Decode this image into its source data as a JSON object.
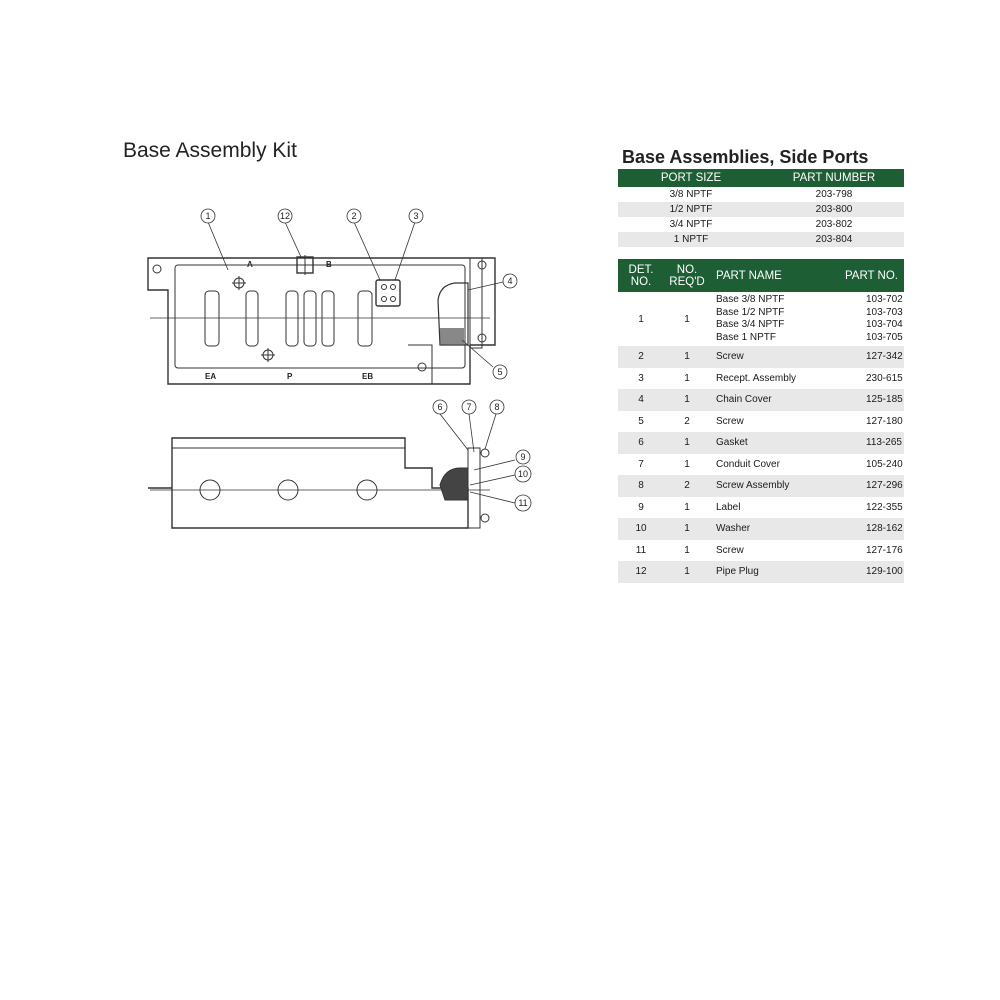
{
  "left": {
    "title": "Base Assembly Kit"
  },
  "right": {
    "title": "Base Assemblies, Side Ports"
  },
  "drawing": {
    "callouts": [
      "1",
      "12",
      "2",
      "3",
      "4",
      "5",
      "6",
      "7",
      "8",
      "9",
      "10",
      "11"
    ],
    "port_labels": {
      "a": "A",
      "b": "B",
      "ea": "EA",
      "p": "P",
      "eb": "EB"
    }
  },
  "ports_table": {
    "headers": {
      "port_size": "PORT SIZE",
      "part_number": "PART NUMBER"
    },
    "rows": [
      {
        "size": "3/8 NPTF",
        "part": "203-798"
      },
      {
        "size": "1/2 NPTF",
        "part": "203-800"
      },
      {
        "size": "3/4 NPTF",
        "part": "203-802"
      },
      {
        "size": "1 NPTF",
        "part": "203-804"
      }
    ]
  },
  "parts_table": {
    "headers": {
      "det_no_1": "DET.",
      "det_no_2": "NO.",
      "req_1": "NO.",
      "req_2": "REQ'D",
      "part_name": "PART NAME",
      "part_no": "PART NO."
    },
    "first_row": {
      "det": "1",
      "req": "1",
      "names": [
        "Base 3/8 NPTF",
        "Base 1/2 NPTF",
        "Base 3/4 NPTF",
        "Base 1 NPTF"
      ],
      "parts": [
        "103-702",
        "103-703",
        "103-704",
        "103-705"
      ]
    },
    "rows": [
      {
        "det": "2",
        "req": "1",
        "name": "Screw",
        "part": "127-342"
      },
      {
        "det": "3",
        "req": "1",
        "name": "Recept. Assembly",
        "part": "230-615"
      },
      {
        "det": "4",
        "req": "1",
        "name": "Chain Cover",
        "part": "125-185"
      },
      {
        "det": "5",
        "req": "2",
        "name": "Screw",
        "part": "127-180"
      },
      {
        "det": "6",
        "req": "1",
        "name": "Gasket",
        "part": "113-265"
      },
      {
        "det": "7",
        "req": "1",
        "name": "Conduit Cover",
        "part": "105-240"
      },
      {
        "det": "8",
        "req": "2",
        "name": "Screw Assembly",
        "part": "127-296"
      },
      {
        "det": "9",
        "req": "1",
        "name": "Label",
        "part": "122-355"
      },
      {
        "det": "10",
        "req": "1",
        "name": "Washer",
        "part": "128-162"
      },
      {
        "det": "11",
        "req": "1",
        "name": "Screw",
        "part": "127-176"
      },
      {
        "det": "12",
        "req": "1",
        "name": "Pipe Plug",
        "part": "129-100"
      }
    ]
  }
}
